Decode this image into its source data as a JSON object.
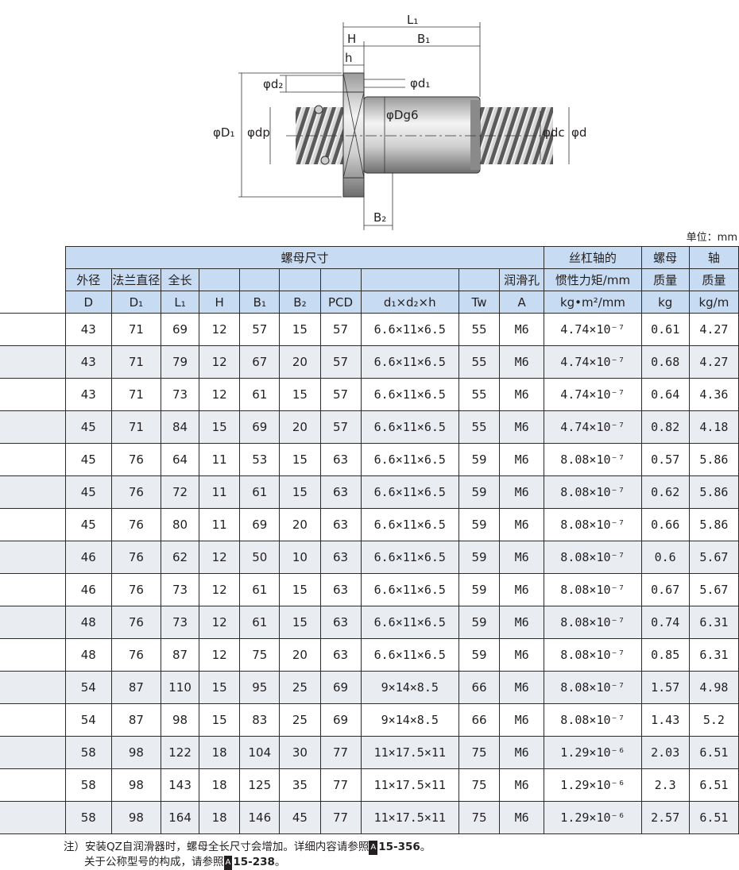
{
  "diagram": {
    "labels": {
      "L1": "L₁",
      "H": "H",
      "B1": "B₁",
      "h": "h",
      "d2": "φd₂",
      "d1": "φd₁",
      "Dg6": "φDg6",
      "D1": "φD₁",
      "dp": "φdp",
      "dc": "φdc",
      "d": "φd",
      "B2": "B₂"
    }
  },
  "unit_label": "单位：mm",
  "table": {
    "group_header": "螺母尺寸",
    "header_row1": [
      "丝杠轴的",
      "螺母",
      "轴"
    ],
    "header_row2": [
      "外径",
      "法兰直径",
      "全长",
      "润滑孔",
      "惯性力矩/mm",
      "质量",
      "质量"
    ],
    "header_row3": [
      "D",
      "D₁",
      "L₁",
      "H",
      "B₁",
      "B₂",
      "PCD",
      "d₁×d₂×h",
      "Tw",
      "A",
      "kg•m²/mm",
      "kg",
      "kg/m"
    ],
    "rows": [
      [
        "",
        "43",
        "71",
        "69",
        "12",
        "57",
        "15",
        "57",
        "6.6×11×6.5",
        "55",
        "M6",
        "4.74×10⁻⁷",
        "0.61",
        "4.27"
      ],
      [
        "",
        "43",
        "71",
        "79",
        "12",
        "67",
        "20",
        "57",
        "6.6×11×6.5",
        "55",
        "M6",
        "4.74×10⁻⁷",
        "0.68",
        "4.27"
      ],
      [
        "",
        "43",
        "71",
        "73",
        "12",
        "61",
        "15",
        "57",
        "6.6×11×6.5",
        "55",
        "M6",
        "4.74×10⁻⁷",
        "0.64",
        "4.36"
      ],
      [
        "",
        "45",
        "71",
        "84",
        "15",
        "69",
        "20",
        "57",
        "6.6×11×6.5",
        "55",
        "M6",
        "4.74×10⁻⁷",
        "0.82",
        "4.18"
      ],
      [
        "",
        "45",
        "76",
        "64",
        "11",
        "53",
        "15",
        "63",
        "6.6×11×6.5",
        "59",
        "M6",
        "8.08×10⁻⁷",
        "0.57",
        "5.86"
      ],
      [
        "",
        "45",
        "76",
        "72",
        "11",
        "61",
        "15",
        "63",
        "6.6×11×6.5",
        "59",
        "M6",
        "8.08×10⁻⁷",
        "0.62",
        "5.86"
      ],
      [
        "",
        "45",
        "76",
        "80",
        "11",
        "69",
        "20",
        "63",
        "6.6×11×6.5",
        "59",
        "M6",
        "8.08×10⁻⁷",
        "0.66",
        "5.86"
      ],
      [
        "",
        "46",
        "76",
        "62",
        "12",
        "50",
        "10",
        "63",
        "6.6×11×6.5",
        "59",
        "M6",
        "8.08×10⁻⁷",
        "0.6",
        "5.67"
      ],
      [
        "",
        "46",
        "76",
        "73",
        "12",
        "61",
        "15",
        "63",
        "6.6×11×6.5",
        "59",
        "M6",
        "8.08×10⁻⁷",
        "0.67",
        "5.67"
      ],
      [
        "",
        "48",
        "76",
        "73",
        "12",
        "61",
        "15",
        "63",
        "6.6×11×6.5",
        "59",
        "M6",
        "8.08×10⁻⁷",
        "0.74",
        "6.31"
      ],
      [
        "",
        "48",
        "76",
        "87",
        "12",
        "75",
        "20",
        "63",
        "6.6×11×6.5",
        "59",
        "M6",
        "8.08×10⁻⁷",
        "0.85",
        "6.31"
      ],
      [
        "",
        "54",
        "87",
        "110",
        "15",
        "95",
        "25",
        "69",
        "9×14×8.5",
        "66",
        "M6",
        "8.08×10⁻⁷",
        "1.57",
        "4.98"
      ],
      [
        "",
        "54",
        "87",
        "98",
        "15",
        "83",
        "25",
        "69",
        "9×14×8.5",
        "66",
        "M6",
        "8.08×10⁻⁷",
        "1.43",
        "5.2"
      ],
      [
        "",
        "58",
        "98",
        "122",
        "18",
        "104",
        "30",
        "77",
        "11×17.5×11",
        "75",
        "M6",
        "1.29×10⁻⁶",
        "2.03",
        "6.51"
      ],
      [
        "",
        "58",
        "98",
        "143",
        "18",
        "125",
        "35",
        "77",
        "11×17.5×11",
        "75",
        "M6",
        "1.29×10⁻⁶",
        "2.3",
        "6.51"
      ],
      [
        "",
        "58",
        "98",
        "164",
        "18",
        "146",
        "45",
        "77",
        "11×17.5×11",
        "75",
        "M6",
        "1.29×10⁻⁶",
        "2.57",
        "6.51"
      ]
    ]
  },
  "notes": {
    "line1_text": "注）安装QZ自润滑器时，螺母全长尺寸会增加。详细内容请参照",
    "line1_ref_box": "A",
    "line1_ref": "15-356",
    "line1_end": "。",
    "line2_text": "关于公称型号的构成，请参照",
    "line2_ref_box": "A",
    "line2_ref": "15-238",
    "line2_end": "。"
  }
}
